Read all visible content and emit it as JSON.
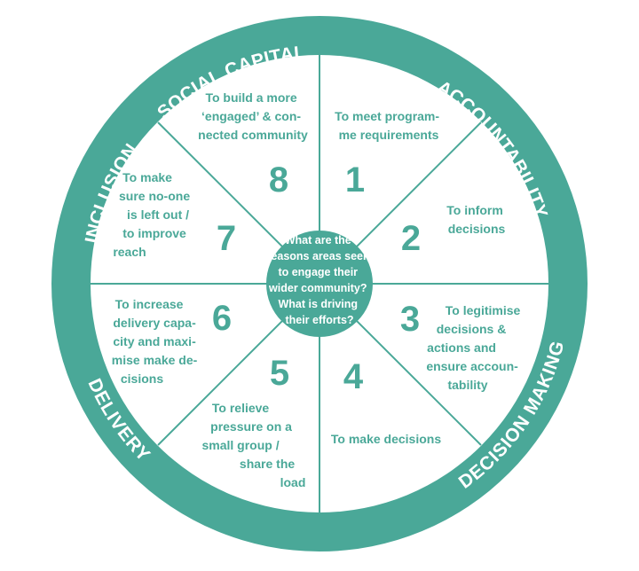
{
  "colors": {
    "teal": "#4aa898",
    "white": "#ffffff"
  },
  "ring_labels": {
    "social_capital": "SOCIAL CAPITAL",
    "accountability": "ACCOUNTABILITY",
    "decision_making": "DECISION MAKING",
    "delivery": "DELIVERY",
    "inclusion": "INCLUSION"
  },
  "center": {
    "lines": [
      "What are the",
      "reasons areas seek",
      "to engage their",
      "wider community?",
      "What is driving",
      "their efforts?"
    ]
  },
  "segments": [
    {
      "number": "1",
      "lines": [
        "To meet program-",
        "me requirements"
      ]
    },
    {
      "number": "2",
      "lines": [
        "To inform",
        "decisions"
      ]
    },
    {
      "number": "3",
      "lines": [
        "To legitimise",
        "decisions &",
        "actions and",
        "ensure accoun-",
        "tability"
      ]
    },
    {
      "number": "4",
      "lines": [
        "To make decisions"
      ]
    },
    {
      "number": "5",
      "lines": [
        "To relieve",
        "pressure on a",
        "small group /",
        "share the",
        "load"
      ]
    },
    {
      "number": "6",
      "lines": [
        "To increase",
        "delivery capa-",
        "city and maxi-",
        "mise make de-",
        "cisions"
      ]
    },
    {
      "number": "7",
      "lines": [
        "To make",
        "sure no-one",
        "is left out /",
        "to improve",
        "reach"
      ]
    },
    {
      "number": "8",
      "lines": [
        "To build a more",
        "‘engaged’ & con-",
        "nected community"
      ]
    }
  ]
}
